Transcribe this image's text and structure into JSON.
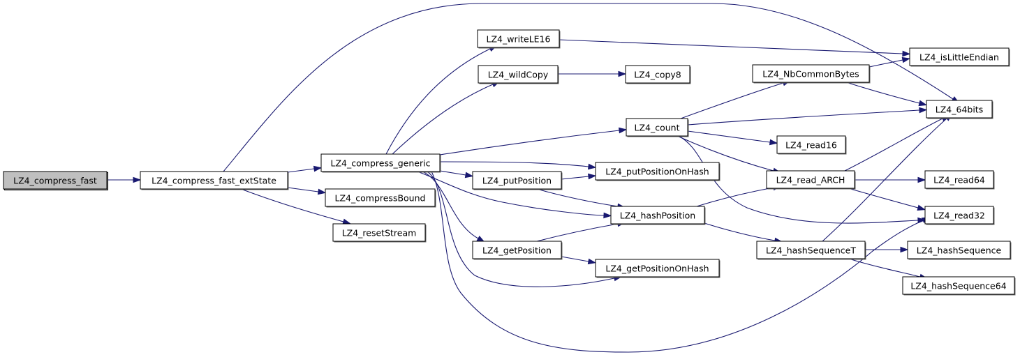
{
  "title": "LZ4_compress_fast call graph",
  "colors": {
    "edge": "#191970",
    "root_fill": "#bfbfbf",
    "node_fill": "#ffffff",
    "node_border": "#000000"
  },
  "nodes": {
    "compress_fast": {
      "label": "LZ4_compress_fast",
      "root": true
    },
    "compress_fast_extState": {
      "label": "LZ4_compress_fast_extState"
    },
    "compress_generic": {
      "label": "LZ4_compress_generic"
    },
    "writeLE16": {
      "label": "LZ4_writeLE16"
    },
    "wildCopy": {
      "label": "LZ4_wildCopy"
    },
    "copy8": {
      "label": "LZ4_copy8"
    },
    "compressBound": {
      "label": "LZ4_compressBound"
    },
    "resetStream": {
      "label": "LZ4_resetStream"
    },
    "count": {
      "label": "LZ4_count"
    },
    "putPosition": {
      "label": "LZ4_putPosition"
    },
    "putPositionOnHash": {
      "label": "LZ4_putPositionOnHash"
    },
    "hashPosition": {
      "label": "LZ4_hashPosition"
    },
    "getPosition": {
      "label": "LZ4_getPosition"
    },
    "getPositionOnHash": {
      "label": "LZ4_getPositionOnHash"
    },
    "NbCommonBytes": {
      "label": "LZ4_NbCommonBytes"
    },
    "isLittleEndian": {
      "label": "LZ4_isLittleEndian"
    },
    "bits64": {
      "label": "LZ4_64bits"
    },
    "read16": {
      "label": "LZ4_read16"
    },
    "read_ARCH": {
      "label": "LZ4_read_ARCH"
    },
    "read64": {
      "label": "LZ4_read64"
    },
    "read32": {
      "label": "LZ4_read32"
    },
    "hashSequenceT": {
      "label": "LZ4_hashSequenceT"
    },
    "hashSequence": {
      "label": "LZ4_hashSequence"
    },
    "hashSequence64": {
      "label": "LZ4_hashSequence64"
    }
  },
  "edges": [
    [
      "compress_fast",
      "compress_fast_extState"
    ],
    [
      "compress_fast_extState",
      "compress_generic"
    ],
    [
      "compress_fast_extState",
      "compressBound"
    ],
    [
      "compress_fast_extState",
      "resetStream"
    ],
    [
      "compress_fast_extState",
      "bits64"
    ],
    [
      "compress_generic",
      "writeLE16"
    ],
    [
      "compress_generic",
      "wildCopy"
    ],
    [
      "compress_generic",
      "count"
    ],
    [
      "compress_generic",
      "putPositionOnHash"
    ],
    [
      "compress_generic",
      "putPosition"
    ],
    [
      "compress_generic",
      "hashPosition"
    ],
    [
      "compress_generic",
      "getPosition"
    ],
    [
      "compress_generic",
      "getPositionOnHash"
    ],
    [
      "compress_generic",
      "read32"
    ],
    [
      "writeLE16",
      "isLittleEndian"
    ],
    [
      "wildCopy",
      "copy8"
    ],
    [
      "count",
      "NbCommonBytes"
    ],
    [
      "count",
      "bits64"
    ],
    [
      "count",
      "read16"
    ],
    [
      "count",
      "read_ARCH"
    ],
    [
      "count",
      "read32"
    ],
    [
      "putPosition",
      "putPositionOnHash"
    ],
    [
      "putPosition",
      "hashPosition"
    ],
    [
      "getPosition",
      "hashPosition"
    ],
    [
      "getPosition",
      "getPositionOnHash"
    ],
    [
      "hashPosition",
      "read_ARCH"
    ],
    [
      "hashPosition",
      "hashSequenceT"
    ],
    [
      "NbCommonBytes",
      "isLittleEndian"
    ],
    [
      "NbCommonBytes",
      "bits64"
    ],
    [
      "read_ARCH",
      "bits64"
    ],
    [
      "read_ARCH",
      "read64"
    ],
    [
      "read_ARCH",
      "read32"
    ],
    [
      "hashSequenceT",
      "bits64"
    ],
    [
      "hashSequenceT",
      "hashSequence"
    ],
    [
      "hashSequenceT",
      "hashSequence64"
    ]
  ]
}
